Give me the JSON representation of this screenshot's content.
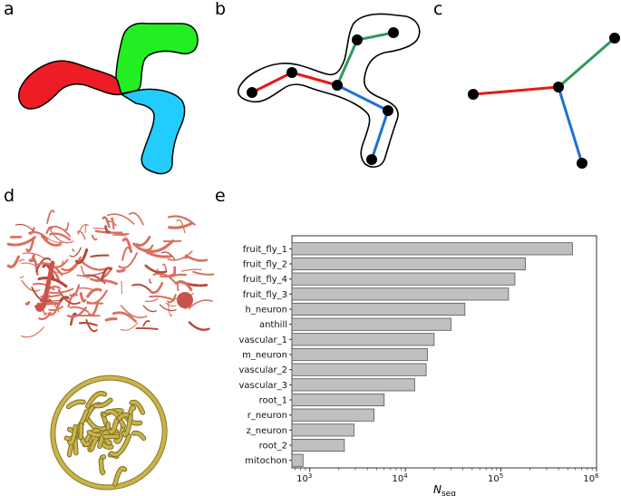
{
  "panels": {
    "a": "a",
    "b": "b",
    "c": "c",
    "d": "d",
    "e": "e"
  },
  "colors": {
    "red": "#ee1c25",
    "green": "#22ee22",
    "cyan": "#22ccff",
    "edge_red": "#e81818",
    "edge_green": "#2e9a5c",
    "edge_blue": "#1f6fd6",
    "bar_fill": "#c0c0c0",
    "vascular_render": "#d9705f",
    "mitochondria_render": "#c8b44a"
  },
  "chart_data": {
    "type": "bar",
    "orientation": "horizontal",
    "categories": [
      "fruit_fly_1",
      "fruit_fly_2",
      "fruit_fly_4",
      "fruit_fly_3",
      "h_neuron",
      "anthill",
      "vascular_1",
      "m_neuron",
      "vascular_2",
      "vascular_3",
      "root_1",
      "r_neuron",
      "z_neuron",
      "root_2",
      "mitochon"
    ],
    "values": [
      560000,
      180000,
      140000,
      120000,
      42000,
      30000,
      20000,
      17000,
      16500,
      12500,
      6000,
      4700,
      2900,
      2300,
      850
    ],
    "x_scale": "log",
    "xlim": [
      650,
      1000000
    ],
    "x_ticks": [
      {
        "value": 1000,
        "label": "10",
        "exp": "3"
      },
      {
        "value": 10000,
        "label": "10",
        "exp": "4"
      },
      {
        "value": 100000,
        "label": "10",
        "exp": "5"
      },
      {
        "value": 1000000,
        "label": "10",
        "exp": "6"
      }
    ],
    "xlabel": "N",
    "xlabel_sub": "seg",
    "grid": false
  }
}
